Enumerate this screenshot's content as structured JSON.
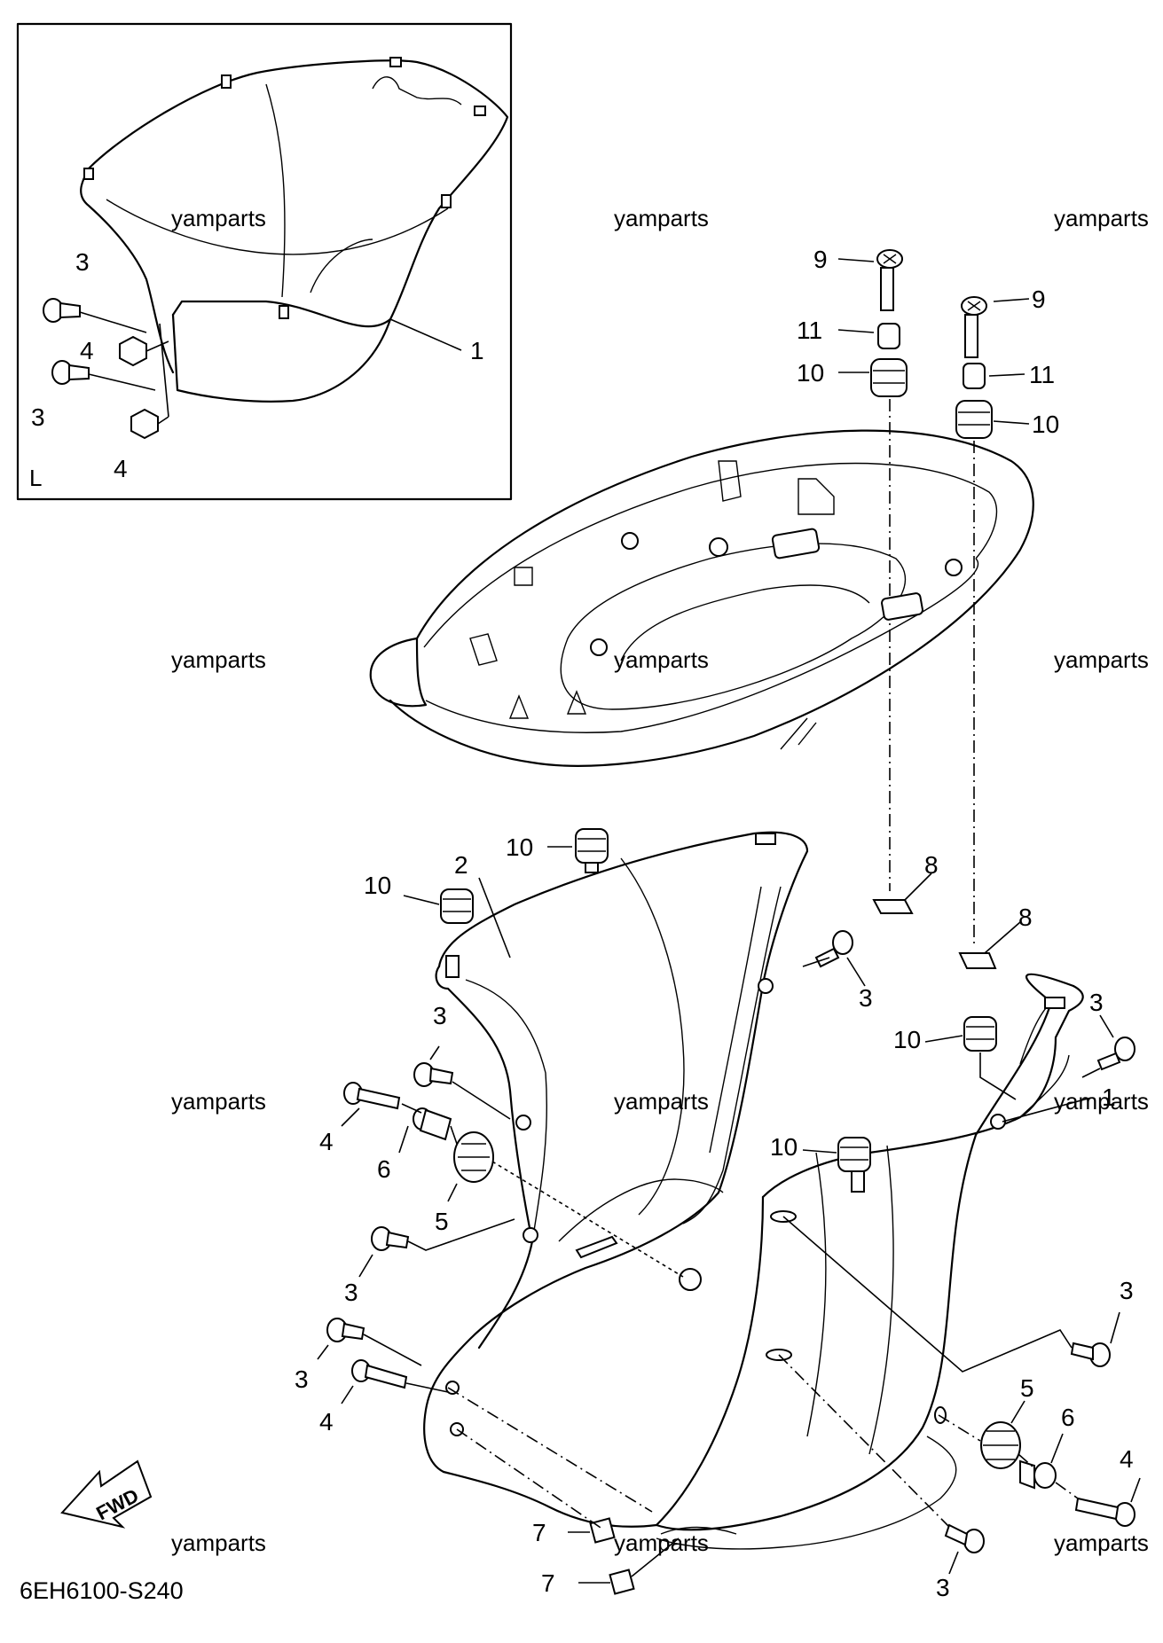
{
  "diagram": {
    "code": "6EH6100-S240",
    "inset_tag": "L",
    "fwd_label": "FWD",
    "watermark": "yamparts",
    "callouts": {
      "inset_1": "1",
      "inset_3a": "3",
      "inset_3b": "3",
      "inset_4a": "4",
      "inset_4b": "4",
      "top_9a": "9",
      "top_9b": "9",
      "top_11a": "11",
      "top_11b": "11",
      "top_10a": "10",
      "top_10b": "10",
      "mid_10a": "10",
      "mid_10b": "10",
      "mid_10c": "10",
      "mid_10d": "10",
      "mid_2": "2",
      "mid_8a": "8",
      "mid_8b": "8",
      "mid_3a": "3",
      "mid_3b": "3",
      "left_3a": "3",
      "left_4a": "4",
      "left_6": "6",
      "left_5": "5",
      "left_3b": "3",
      "left_3c": "3",
      "left_4b": "4",
      "right_1": "1",
      "right_3a": "3",
      "right_5": "5",
      "right_6": "6",
      "right_4": "4",
      "bot_3": "3",
      "bot_7a": "7",
      "bot_7b": "7"
    }
  }
}
